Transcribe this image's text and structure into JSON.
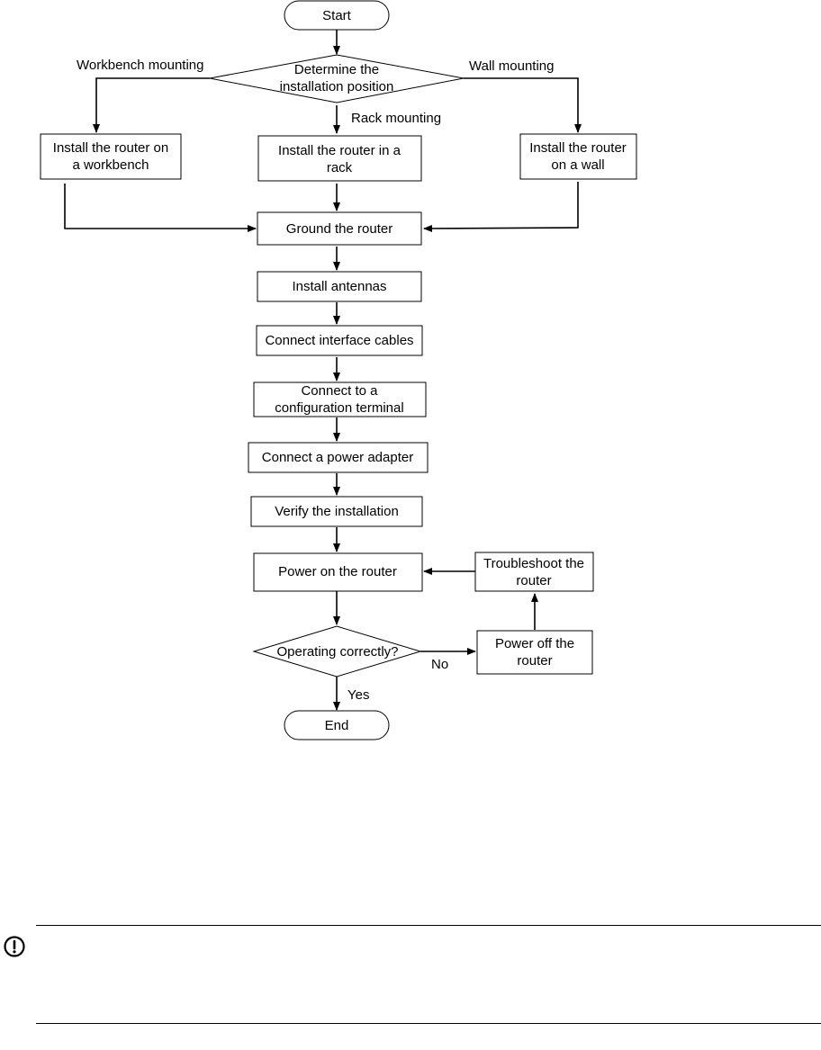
{
  "flow": {
    "start": "Start",
    "determine": [
      "Determine the",
      "installation position"
    ],
    "workbench_branch": "Workbench mounting",
    "wall_branch": "Wall mounting",
    "rack_branch": "Rack mounting",
    "workbench_install": [
      "Install the router on",
      "a workbench"
    ],
    "rack_install": [
      "Install the router in a",
      "rack"
    ],
    "wall_install": [
      "Install the router",
      "on a wall"
    ],
    "ground": "Ground the router",
    "antennas": "Install antennas",
    "cables": "Connect interface cables",
    "terminal": [
      "Connect to a",
      "configuration terminal"
    ],
    "power_adapter": "Connect a power adapter",
    "verify": "Verify the installation",
    "power_on": "Power on the router",
    "troubleshoot": [
      "Troubleshoot the",
      "router"
    ],
    "operating": "Operating correctly?",
    "power_off": [
      "Power off the",
      "router"
    ],
    "no": "No",
    "yes": "Yes",
    "end": "End"
  },
  "note": {
    "icon": "caution-icon"
  }
}
